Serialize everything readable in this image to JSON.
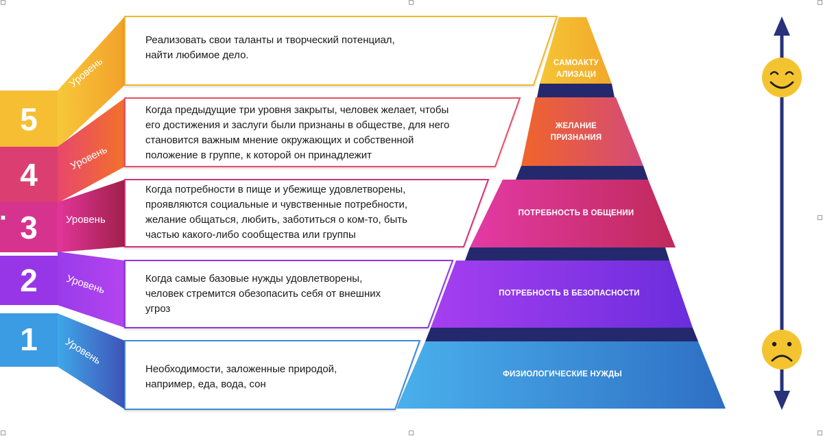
{
  "levels": [
    {
      "number": "1",
      "level_word": "Уровень",
      "label": "ФИЗИОЛОГИЧЕСКИЕ НУЖДЫ",
      "description": [
        "Необходимости, заложенные природой,",
        "например, еда, вода, сон"
      ],
      "color": "#3d8fdd"
    },
    {
      "number": "2",
      "level_word": "Уровень",
      "label": "ПОТРЕБНОСТЬ В БЕЗОПАСНОСТИ",
      "description": [
        "Когда самые базовые нужды удовлетворены,",
        "человек стремится обезопасить себя от внешних",
        "угроз"
      ],
      "color": "#8a2be2"
    },
    {
      "number": "3",
      "level_word": "Уровень",
      "label": "ПОТРЕБНОСТЬ В ОБЩЕНИИ",
      "description": [
        "Когда потребности в пище и убежище удовлетворены,",
        "проявляются социальные и чувственные потребности,",
        "желание общаться, любить, заботиться о ком-то, быть",
        "частью какого-либо сообщества или группы"
      ],
      "color": "#d6338f"
    },
    {
      "number": "4",
      "level_word": "Уровень",
      "label": "ЖЕЛАНИЕ ПРИЗНАНИЯ",
      "description": [
        "Когда предыдущие три уровня закрыты, человек желает, чтобы",
        "его достижения и заслуги были признаны в обществе, для него",
        "становится важным мнение окружающих и собственной",
        "положение в группе, к которой он принадлежит"
      ],
      "color": "#e9573f"
    },
    {
      "number": "5",
      "level_word": "Уровень",
      "label": "САМОАКТУ АЛИЗАЦИ",
      "label_lines": [
        "САМОАКТУ",
        "АЛИЗАЦИ"
      ],
      "description": [
        "Реализовать свои таланты и творческий потенциал,",
        "найти любимое дело."
      ],
      "color": "#f5b82e"
    }
  ],
  "scale": {
    "top_icon": "smiling-face-icon",
    "bottom_icon": "sad-face-icon",
    "arrow_color": "#27327a",
    "face_color": "#f4c430"
  }
}
